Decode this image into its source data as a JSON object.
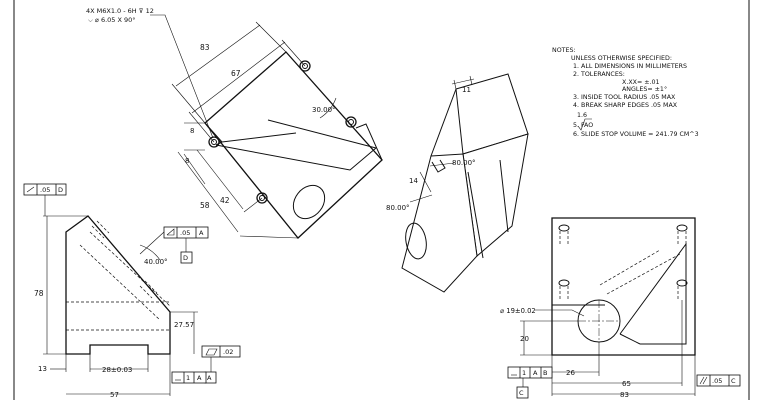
{
  "callout": {
    "hole_spec": "4X M6X1.0 - 6H ⊽ 12",
    "csink_spec": "⌵ ⌀ 6.05 X 90°"
  },
  "notes": {
    "heading": "NOTES:",
    "lines": [
      "UNLESS OTHERWISE SPECIFIED:",
      "1.    ALL DIMENSIONS IN MILLIMETERS",
      "2.    TOLERANCES:",
      "X.XX= ±.01",
      "ANGLES= ±1°",
      "3.    INSIDE TOOL RADIUS .05 MAX",
      "4.    BREAK SHARP EDGES .05 MAX"
    ],
    "finish_value": "1.6",
    "note5": "5.     FAO",
    "note6": "6. SLIDE STOP VOLUME =  241.79 CM^3"
  },
  "top_view": {
    "dim_83": "83",
    "dim_67": "67",
    "dim_angle": "30.00°",
    "dim_8a": "8",
    "dim_8b": "8",
    "dim_42": "42",
    "dim_58": "58"
  },
  "iso_view": {
    "dim_11": "11",
    "dim_14": "14",
    "dim_angle_a": "80.00°",
    "dim_angle_b": "80.00°"
  },
  "side_view": {
    "dim_78": "78",
    "dim_13": "13",
    "dim_28": "28±0.03",
    "dim_57": "57",
    "dim_2757": "27.57",
    "dim_angle": "40.00°",
    "fcf_flat_value": ".05",
    "fcf_flat_datum": "D",
    "fcf_angularity_value": ".05",
    "fcf_angularity_datum": "A",
    "datum_d": "D",
    "fcf_cyl_value": ".02",
    "datum_a": "A",
    "fcf_perp_value": "1",
    "fcf_perp_datum": "A"
  },
  "front_view": {
    "dim_hole": "⌀ 19±0.02",
    "dim_20": "20",
    "dim_26": "26",
    "dim_65": "65",
    "dim_83": "83",
    "fcf_perp_value": "1",
    "fcf_perp_datum_a": "A",
    "fcf_perp_datum_b": "B",
    "datum_c": "C",
    "fcf_par_value": ".05",
    "fcf_par_datum": "C"
  }
}
